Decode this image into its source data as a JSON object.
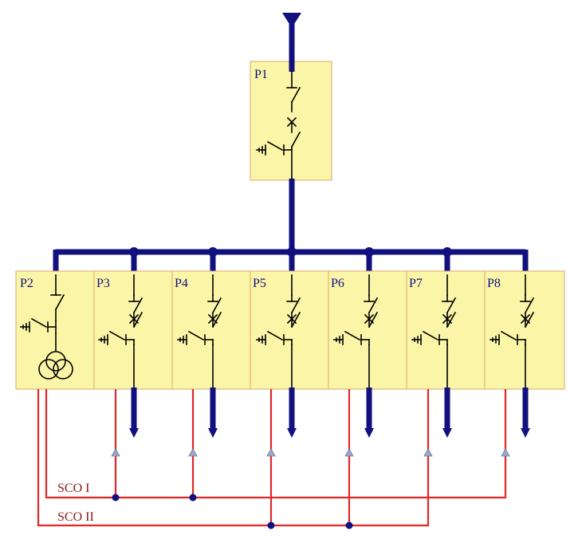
{
  "panels": {
    "p1": "P1",
    "p2": "P2",
    "p3": "P3",
    "p4": "P4",
    "p5": "P5",
    "p6": "P6",
    "p7": "P7",
    "p8": "P8"
  },
  "sco": {
    "line1": "SCO I",
    "line2": "SCO II"
  },
  "colors": {
    "busbar": "#10107e",
    "panel_fill": "#fbf5a8",
    "panel_border": "#d9a86c",
    "control_line": "#e02828"
  }
}
